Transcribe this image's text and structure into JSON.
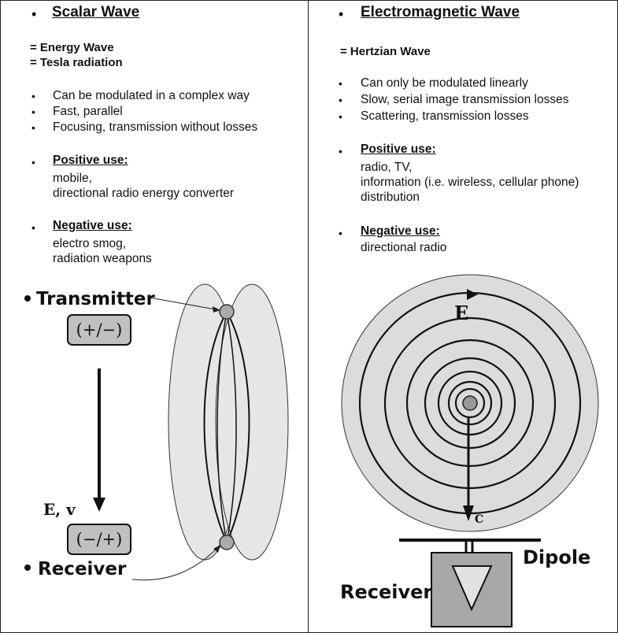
{
  "left": {
    "title": "Scalar Wave",
    "equivalents": [
      "= Energy Wave",
      "= Tesla radiation"
    ],
    "properties": [
      "Can be modulated in a complex way",
      "Fast, parallel",
      "Focusing, transmission without losses"
    ],
    "positive_label": "Positive use:",
    "positive_items": [
      "mobile,",
      "directional radio energy converter"
    ],
    "negative_label": "Negative use:",
    "negative_items": [
      "electro smog,",
      "radiation weapons"
    ]
  },
  "right": {
    "title": "Electromagnetic Wave",
    "equivalents": [
      "= Hertzian Wave"
    ],
    "properties": [
      "Can only be modulated linearly",
      "Slow, serial image transmission losses",
      "Scattering, transmission losses"
    ],
    "positive_label": "Positive use:",
    "positive_items": [
      "radio, TV,",
      "information (i.e. wireless, cellular phone)",
      "distribution"
    ],
    "negative_label": "Negative use:",
    "negative_items": [
      "directional radio"
    ]
  },
  "scalar_diagram": {
    "transmitter_label": "Transmitter",
    "transmitter_polarity": "(+/−)",
    "ev_label": "E, v",
    "receiver_polarity": "(−/+)",
    "receiver_label": "Receiver"
  },
  "em_diagram": {
    "field_label": "E",
    "point_label": "C",
    "dipole_label": "Dipole",
    "receiver_label": "Receiver"
  },
  "colors": {
    "ink": "#111111",
    "gray_fill": "#c8c8c8",
    "light_fill": "#e2e2e2"
  }
}
